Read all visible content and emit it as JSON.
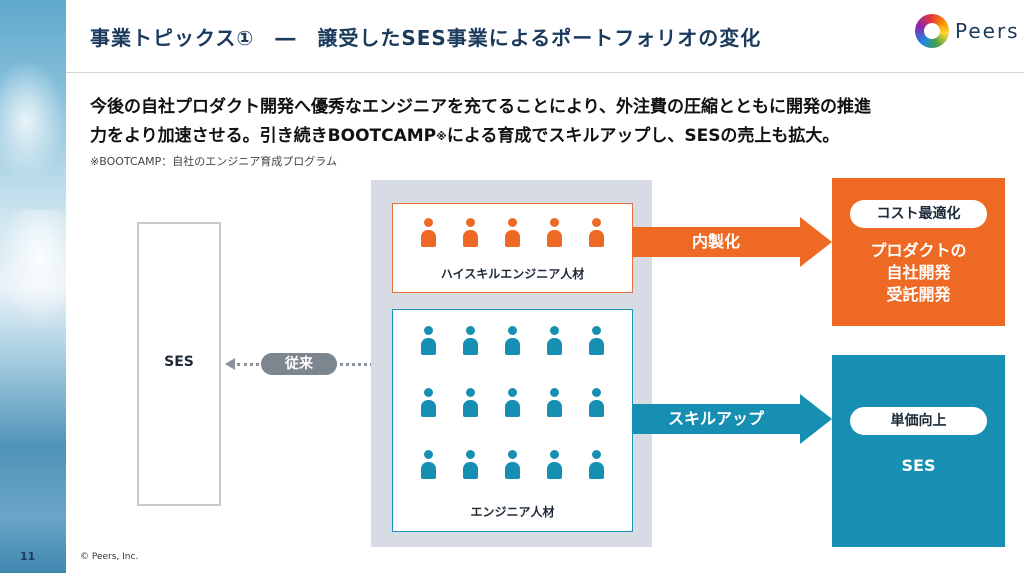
{
  "header": {
    "title": "事業トピックス①　―　譲受したSES事業によるポートフォリオの変化",
    "logo_text": "Peers"
  },
  "lead": {
    "line1": "今後の自社プロダクト開発へ優秀なエンジニアを充てることにより、外注費の圧縮とともに開発の推進",
    "line2_pre": "力をより加速させる。引き続きBOOTCAMP",
    "line2_mark": "※",
    "line2_post": "による育成でスキルアップし、SESの売上も拡大。",
    "note": "※BOOTCAMP：自社のエンジニア育成プログラム"
  },
  "diagram": {
    "ses_label": "SES",
    "conventional_label": "従来",
    "high_skill_label": "ハイスキルエンジニア人材",
    "engineer_label": "エンジニア人材",
    "high_skill_count": 5,
    "engineer_count": 15,
    "arrow_insource": "内製化",
    "arrow_skillup": "スキルアップ",
    "result_top": {
      "pill": "コスト最適化",
      "lines": [
        "プロダクトの",
        "自社開発",
        "受託開発"
      ]
    },
    "result_bottom": {
      "pill": "単価向上",
      "text": "SES"
    }
  },
  "colors": {
    "orange": "#ee6a24",
    "teal": "#168fb3",
    "navy": "#1b3a5c",
    "gray": "#7d858e",
    "panel": "#d7dbe3"
  },
  "footer": {
    "page_number": "11",
    "copyright": "© Peers, Inc."
  }
}
